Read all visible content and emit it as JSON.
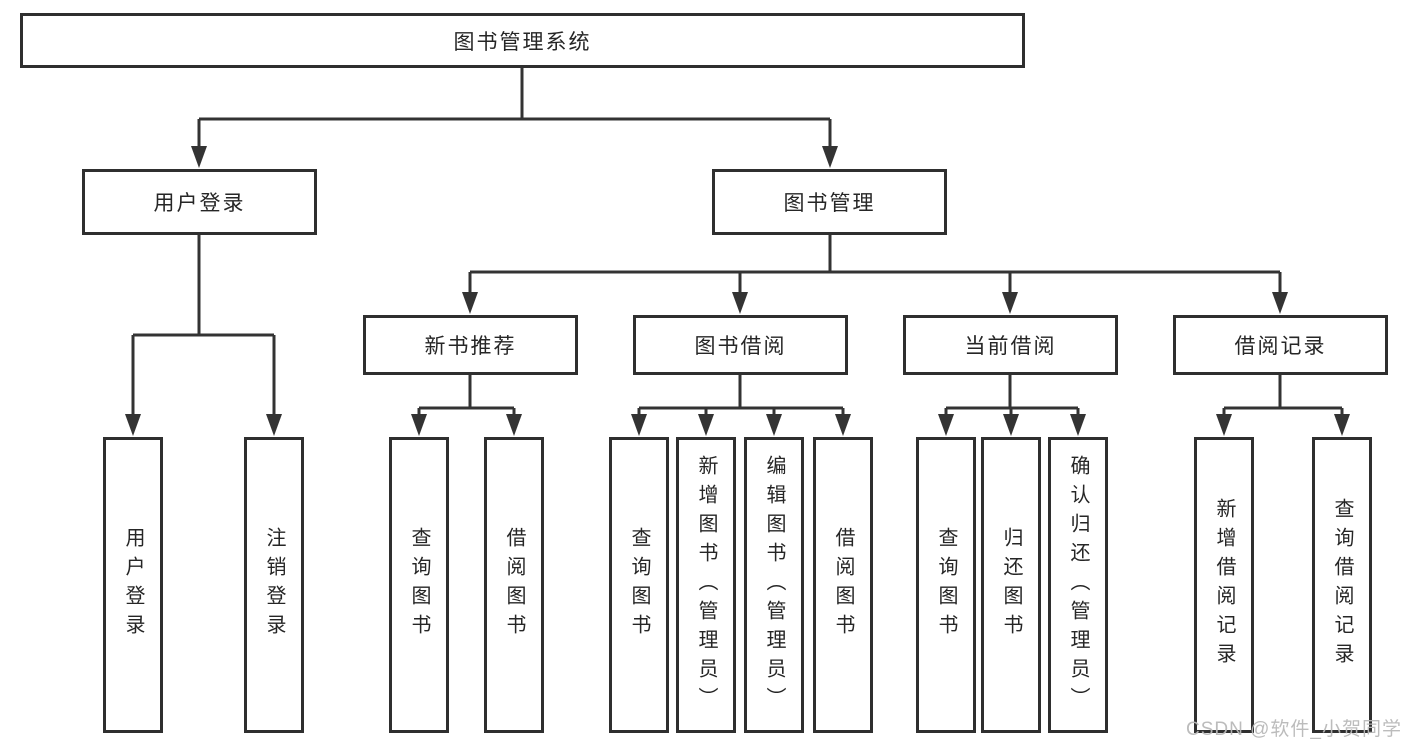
{
  "diagram": {
    "type": "tree",
    "root": {
      "label": "图书管理系统"
    },
    "level1": {
      "user_login": {
        "label": "用户登录"
      },
      "book_mgmt": {
        "label": "图书管理"
      }
    },
    "level2": {
      "new_book_rec": {
        "label": "新书推荐",
        "parent": "图书管理"
      },
      "book_borrow": {
        "label": "图书借阅",
        "parent": "图书管理"
      },
      "current_borrow": {
        "label": "当前借阅",
        "parent": "图书管理"
      },
      "borrow_records": {
        "label": "借阅记录",
        "parent": "图书管理"
      }
    },
    "leaves": {
      "user_login": {
        "label": "用户登录",
        "parent": "用户登录"
      },
      "logout": {
        "label": "注销登录",
        "parent": "用户登录"
      },
      "rec_query_book": {
        "label": "查询图书",
        "parent": "新书推荐"
      },
      "rec_borrow_book": {
        "label": "借阅图书",
        "parent": "新书推荐"
      },
      "borrow_query_book": {
        "label": "查询图书",
        "parent": "图书借阅"
      },
      "borrow_add_book": {
        "label": "新增图书（管理员）",
        "parent": "图书借阅"
      },
      "borrow_edit_book": {
        "label": "编辑图书（管理员）",
        "parent": "图书借阅"
      },
      "borrow_borrow_book": {
        "label": "借阅图书",
        "parent": "图书借阅"
      },
      "current_query_book": {
        "label": "查询图书",
        "parent": "当前借阅"
      },
      "current_return_book": {
        "label": "归还图书",
        "parent": "当前借阅"
      },
      "current_confirm_return": {
        "label": "确认归还（管理员）",
        "parent": "当前借阅"
      },
      "records_add_record": {
        "label": "新增借阅记录",
        "parent": "借阅记录"
      },
      "records_query_record": {
        "label": "查询借阅记录",
        "parent": "借阅记录"
      }
    }
  },
  "watermark": {
    "text": "CSDN @软件_小贺同学"
  },
  "colors": {
    "background": "#ffffff",
    "line": "#333333",
    "box_border": "#2f2f2f",
    "box_fill": "#ffffff",
    "text": "#262626",
    "watermark": "#b8b8b8"
  }
}
